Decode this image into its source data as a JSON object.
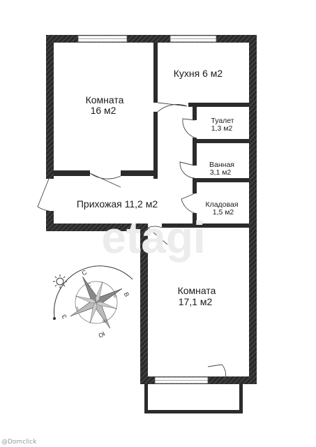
{
  "rooms": {
    "room1": {
      "name": "Комната",
      "area": "16 м2"
    },
    "kitchen": {
      "label": "Кухня 6 м2"
    },
    "toilet": {
      "name": "Туалет",
      "area": "1,3 м2"
    },
    "bathroom": {
      "name": "Ванная",
      "area": "3,1 м2"
    },
    "hallway": {
      "label": "Прихожая 11,2 м2"
    },
    "storage": {
      "name": "Кладовая",
      "area": "1,5 м2"
    },
    "room2": {
      "name": "Комната",
      "area": "17,1 м2"
    }
  },
  "watermark": "etagi",
  "compass": {
    "north": "С",
    "south": "Ю",
    "east": "В",
    "west": "З",
    "rose_letters": [
      "С",
      "З",
      "Ю",
      "В"
    ]
  },
  "footer_watermark": "@Domclick"
}
